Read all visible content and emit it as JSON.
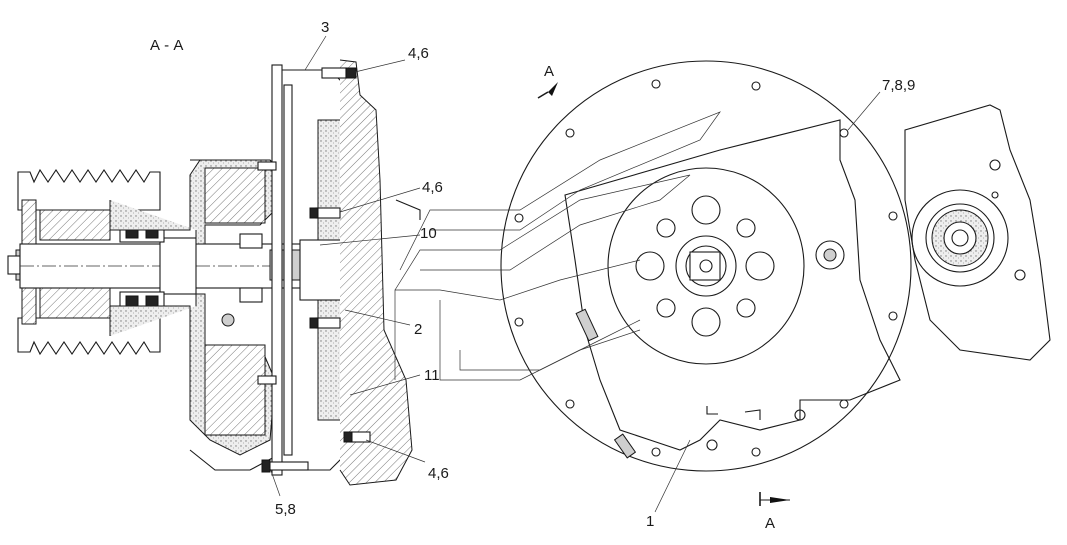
{
  "section_title": "А - А",
  "callouts": {
    "c1": "1",
    "c2": "2",
    "c3": "3",
    "c4_6_top": "4,6",
    "c4_6_mid": "4,6",
    "c4_6_bottom": "4,6",
    "c5_8": "5,8",
    "c7_8_9": "7,8,9",
    "c10": "10",
    "c11": "11"
  },
  "section_marks": {
    "top": "А",
    "bottom": "А"
  }
}
